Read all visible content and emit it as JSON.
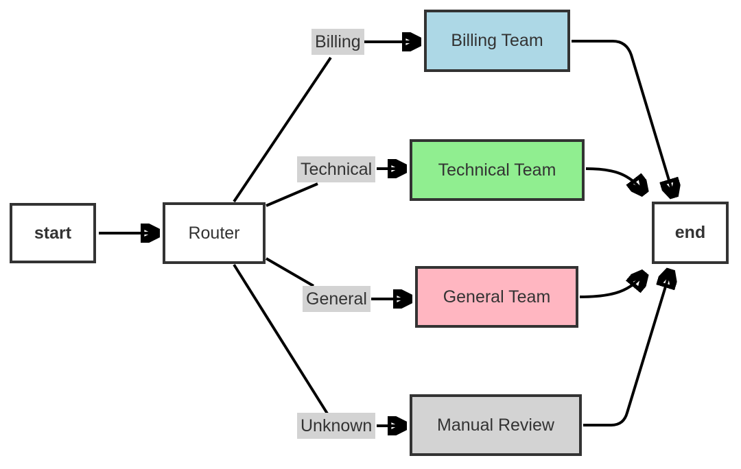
{
  "diagram": {
    "type": "flowchart",
    "direction": "left-to-right",
    "nodes": [
      {
        "id": "start",
        "label": "start",
        "fill": "#ffffff"
      },
      {
        "id": "router",
        "label": "Router",
        "fill": "#ffffff"
      },
      {
        "id": "billing-team",
        "label": "Billing Team",
        "fill": "#add8e6"
      },
      {
        "id": "technical-team",
        "label": "Technical Team",
        "fill": "#90ee90"
      },
      {
        "id": "general-team",
        "label": "General Team",
        "fill": "#ffb6c1"
      },
      {
        "id": "manual-review",
        "label": "Manual Review",
        "fill": "#d3d3d3"
      },
      {
        "id": "end",
        "label": "end",
        "fill": "#ffffff"
      }
    ],
    "edges": [
      {
        "from": "start",
        "to": "Router",
        "label": ""
      },
      {
        "from": "Router",
        "to": "Billing Team",
        "label": "Billing"
      },
      {
        "from": "Router",
        "to": "Technical Team",
        "label": "Technical"
      },
      {
        "from": "Router",
        "to": "General Team",
        "label": "General"
      },
      {
        "from": "Router",
        "to": "Manual Review",
        "label": "Unknown"
      },
      {
        "from": "Billing Team",
        "to": "end",
        "label": ""
      },
      {
        "from": "Technical Team",
        "to": "end",
        "label": ""
      },
      {
        "from": "General Team",
        "to": "end",
        "label": ""
      },
      {
        "from": "Manual Review",
        "to": "end",
        "label": ""
      }
    ],
    "colors": {
      "node_border": "#333333",
      "edge_stroke": "#000000",
      "edge_label_bg": "#d3d3d3",
      "text": "#333333",
      "background": "#ffffff"
    }
  }
}
